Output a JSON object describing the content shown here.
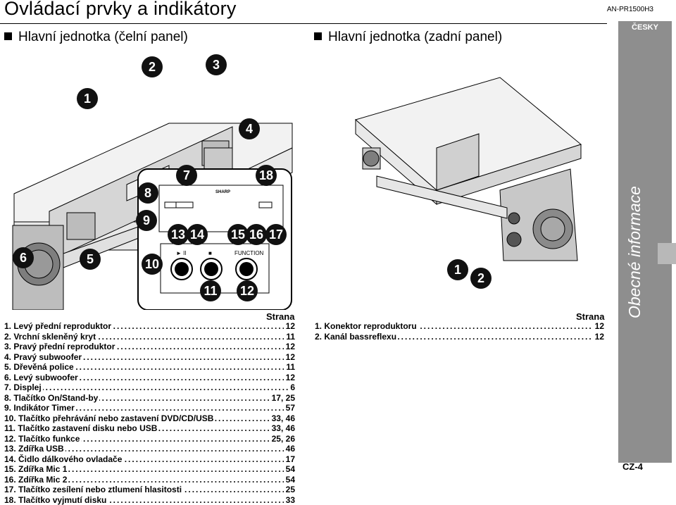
{
  "header": {
    "title": "Ovládací prvky a indikátory",
    "model": "AN-PR1500H3"
  },
  "sidebar": {
    "language": "ČESKY",
    "section_title": "Obecné informace",
    "page_number": "CZ-4"
  },
  "front": {
    "heading": "Hlavní jednotka (čelní panel)",
    "page_header": "Strana",
    "callouts": [
      "1",
      "2",
      "3",
      "4",
      "5",
      "6",
      "7",
      "8",
      "9",
      "10",
      "11",
      "12",
      "13",
      "14",
      "15",
      "16",
      "17",
      "18"
    ],
    "panel_labels": {
      "brand": "SHARP",
      "function": "FUNCTION",
      "play_pause": "► II",
      "stop": "■"
    },
    "items": [
      {
        "label": "1. Levý přední reproduktor",
        "page": "12"
      },
      {
        "label": "2. Vrchní skleněný kryt",
        "page": "11"
      },
      {
        "label": "3. Pravý přední reproduktor",
        "page": "12"
      },
      {
        "label": "4. Pravý subwoofer",
        "page": "12"
      },
      {
        "label": "5. Dřevěná police",
        "page": "11"
      },
      {
        "label": "6. Levý subwoofer",
        "page": "12"
      },
      {
        "label": "7. Displej",
        "page": "6"
      },
      {
        "label": "8. Tlačítko On/Stand-by",
        "page": "17, 25"
      },
      {
        "label": "9. Indikátor Timer",
        "page": "57"
      },
      {
        "label": "10. Tlačítko přehrávání nebo zastavení DVD/CD/USB",
        "page": "33, 46"
      },
      {
        "label": "11. Tlačítko zastavení disku nebo USB",
        "page": "33, 46"
      },
      {
        "label": "12. Tlačítko funkce",
        "page": "25, 26"
      },
      {
        "label": "13. Zdířka USB",
        "page": "46"
      },
      {
        "label": "14. Čidlo dálkového ovladače",
        "page": "17"
      },
      {
        "label": "15. Zdířka Mic 1",
        "page": "54"
      },
      {
        "label": "16. Zdířka Mic 2",
        "page": "54"
      },
      {
        "label": "17. Tlačítko zesílení nebo ztlumení hlasitosti",
        "page": "25"
      },
      {
        "label": "18. Tlačítko vyjmutí disku",
        "page": "33"
      }
    ]
  },
  "rear": {
    "heading": "Hlavní jednotka (zadní panel)",
    "page_header": "Strana",
    "callouts": [
      "1",
      "2"
    ],
    "items": [
      {
        "label": "1. Konektor reproduktoru",
        "page": "12"
      },
      {
        "label": "2. Kanál bassreflexu",
        "page": "12"
      }
    ]
  }
}
